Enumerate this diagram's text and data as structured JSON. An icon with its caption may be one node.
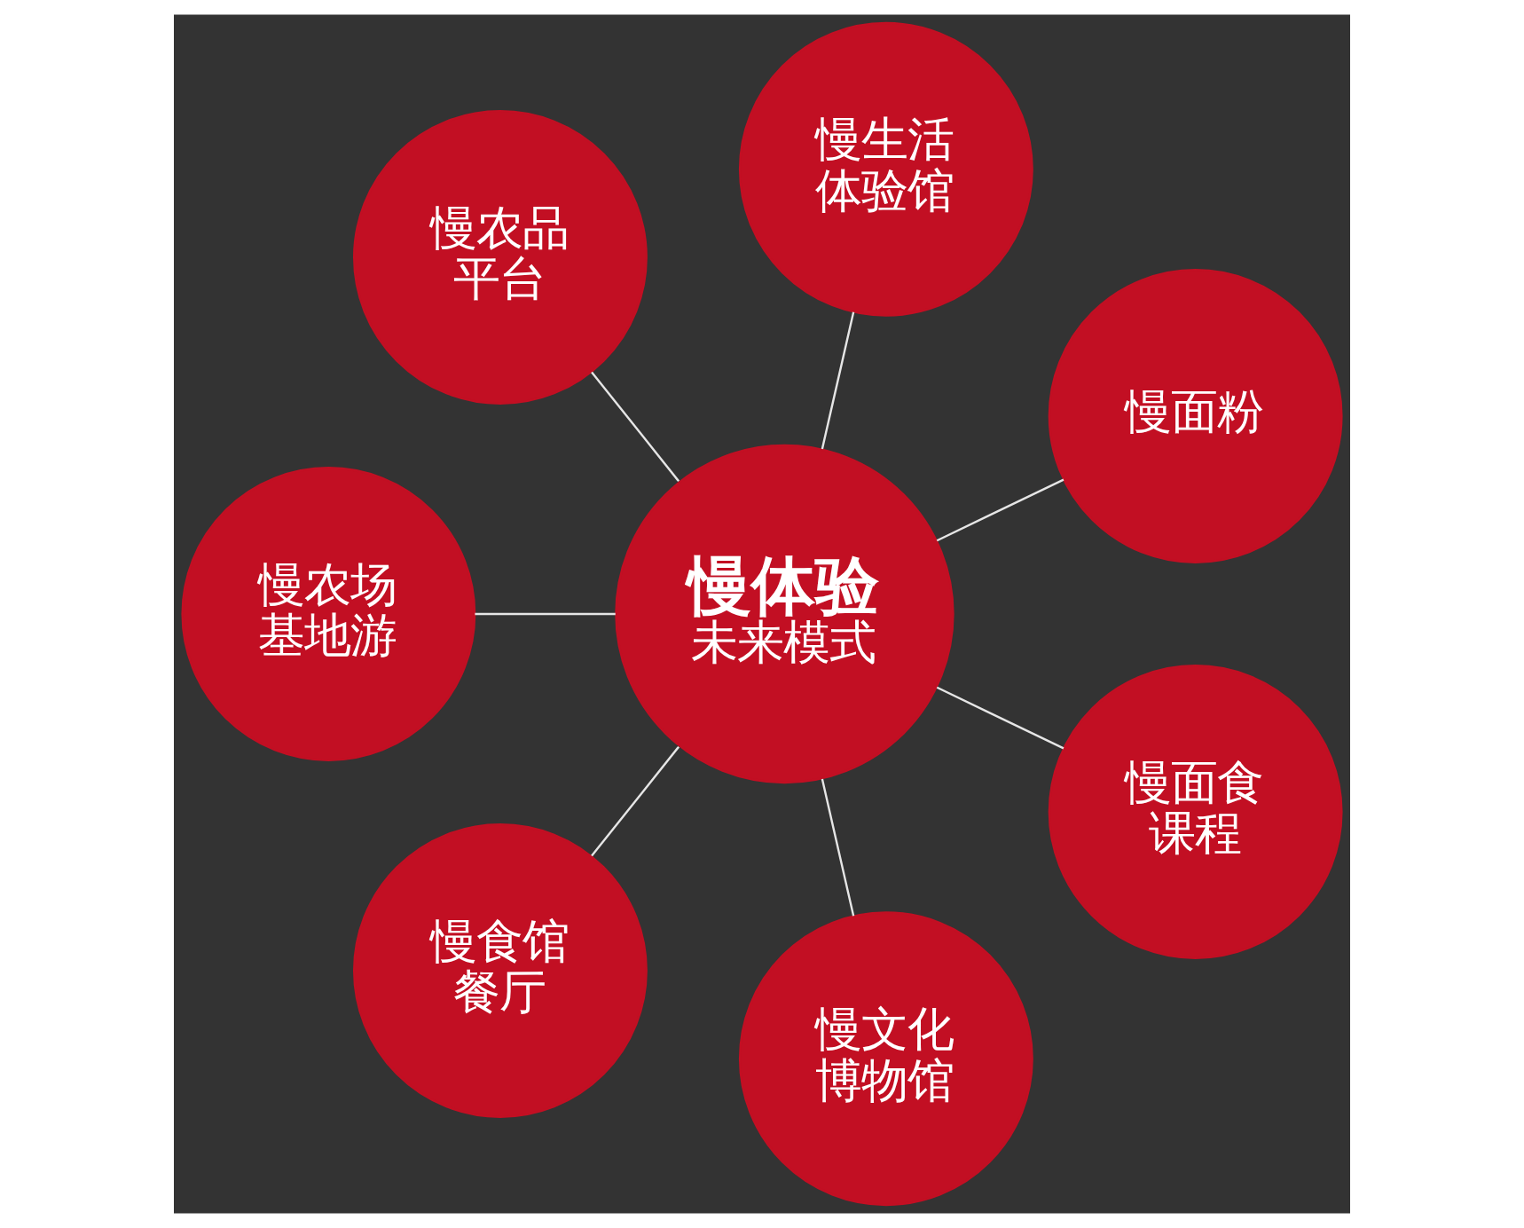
{
  "diagram": {
    "nodes": [
      {
        "text": [
          "慢面粉"
        ]
      },
      {
        "text": [
          "慢生活体验馆"
        ]
      },
      {
        "text": [
          "慢农品平台"
        ]
      },
      {
        "text": [
          "慢体验",
          "未来模式"
        ]
      },
      {
        "text": [
          "慢农场基地游"
        ]
      },
      {
        "text": [
          "慢食馆餐厅"
        ]
      },
      {
        "text": [
          "慢文化博物馆"
        ]
      },
      {
        "text": [
          "慢面食课程"
        ]
      }
    ],
    "edges": [
      {
        "from": 3,
        "to": 0,
        "arrow": "none"
      },
      {
        "from": 3,
        "to": 2,
        "arrow": "none"
      },
      {
        "from": 3,
        "to": 5,
        "arrow": "none"
      },
      {
        "from": 3,
        "to": 7,
        "arrow": "none"
      },
      {
        "from": 3,
        "to": 6,
        "arrow": "none"
      },
      {
        "from": 3,
        "to": 4,
        "arrow": "none"
      },
      {
        "from": 3,
        "to": 1,
        "arrow": "none"
      }
    ]
  }
}
